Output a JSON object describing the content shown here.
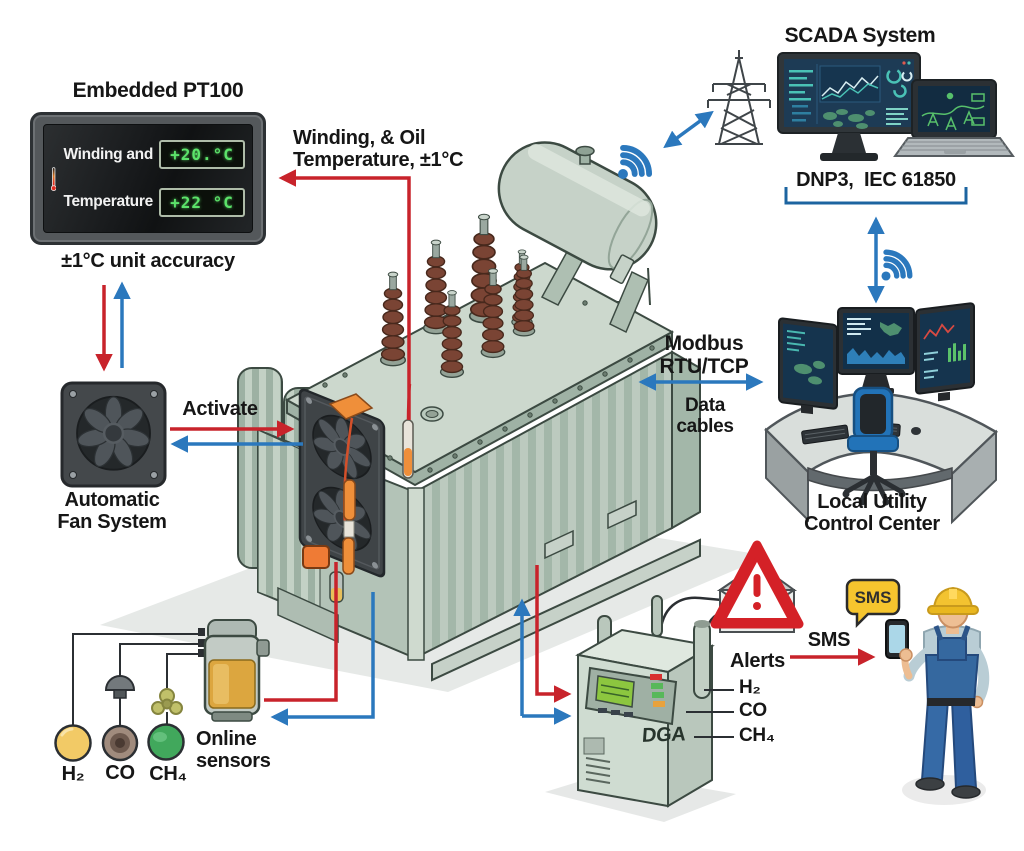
{
  "pt100": {
    "title": "Embedded PT100",
    "rows": [
      {
        "label": "Winding and",
        "value": "+20.°C"
      },
      {
        "label": "Temperature",
        "value": "+22 °C"
      }
    ],
    "caption": "±1°C unit accuracy"
  },
  "notes": {
    "winding_oil_line1": "Winding, & Oil",
    "winding_oil_line2": "Temperature, ±1°C"
  },
  "fan": {
    "activate_label": "Activate",
    "name_line1": "Automatic",
    "name_line2": "Fan System"
  },
  "scada": {
    "title": "SCADA System",
    "protocols": "DNP3,  IEC 61850"
  },
  "links": {
    "modbus_line1": "Modbus",
    "modbus_line2": "RTU/TCP",
    "cables_line1": "Data",
    "cables_line2": "cables",
    "sms": "SMS"
  },
  "control_center": {
    "name_line1": "Local Utility",
    "name_line2": "Control Center"
  },
  "online_sensors": {
    "name_line1": "Online",
    "name_line2": "sensors",
    "gases": [
      "H₂",
      "CO",
      "CH₄"
    ]
  },
  "dga": {
    "device_label": "DGA",
    "alerts_label": "Alerts",
    "alert_gases": [
      "H₂",
      "CO",
      "CH₄"
    ]
  },
  "sms_bubble": {
    "text": "SMS"
  },
  "icons": [
    "thermometer-icon",
    "fan-icon",
    "wifi-icon",
    "transmission-tower-icon",
    "scada-monitor-icon",
    "laptop-icon",
    "control-desk-icon",
    "transformer-illustration",
    "oil-sample-bottle-icon",
    "gas-sensor-icons",
    "dga-analyzer-icon",
    "alert-envelope-icon",
    "warning-triangle-icon",
    "sms-bubble-icon",
    "smartphone-icon",
    "technician-figure"
  ],
  "colors": {
    "arrow_red": "#c8232b",
    "arrow_blue": "#2b78bd",
    "lcd_green": "#5ce36a",
    "alert_red": "#d42127",
    "bubble_yellow": "#f6c52e",
    "tank_green": "#b9c9bd",
    "bushing_brown": "#7a4434"
  }
}
